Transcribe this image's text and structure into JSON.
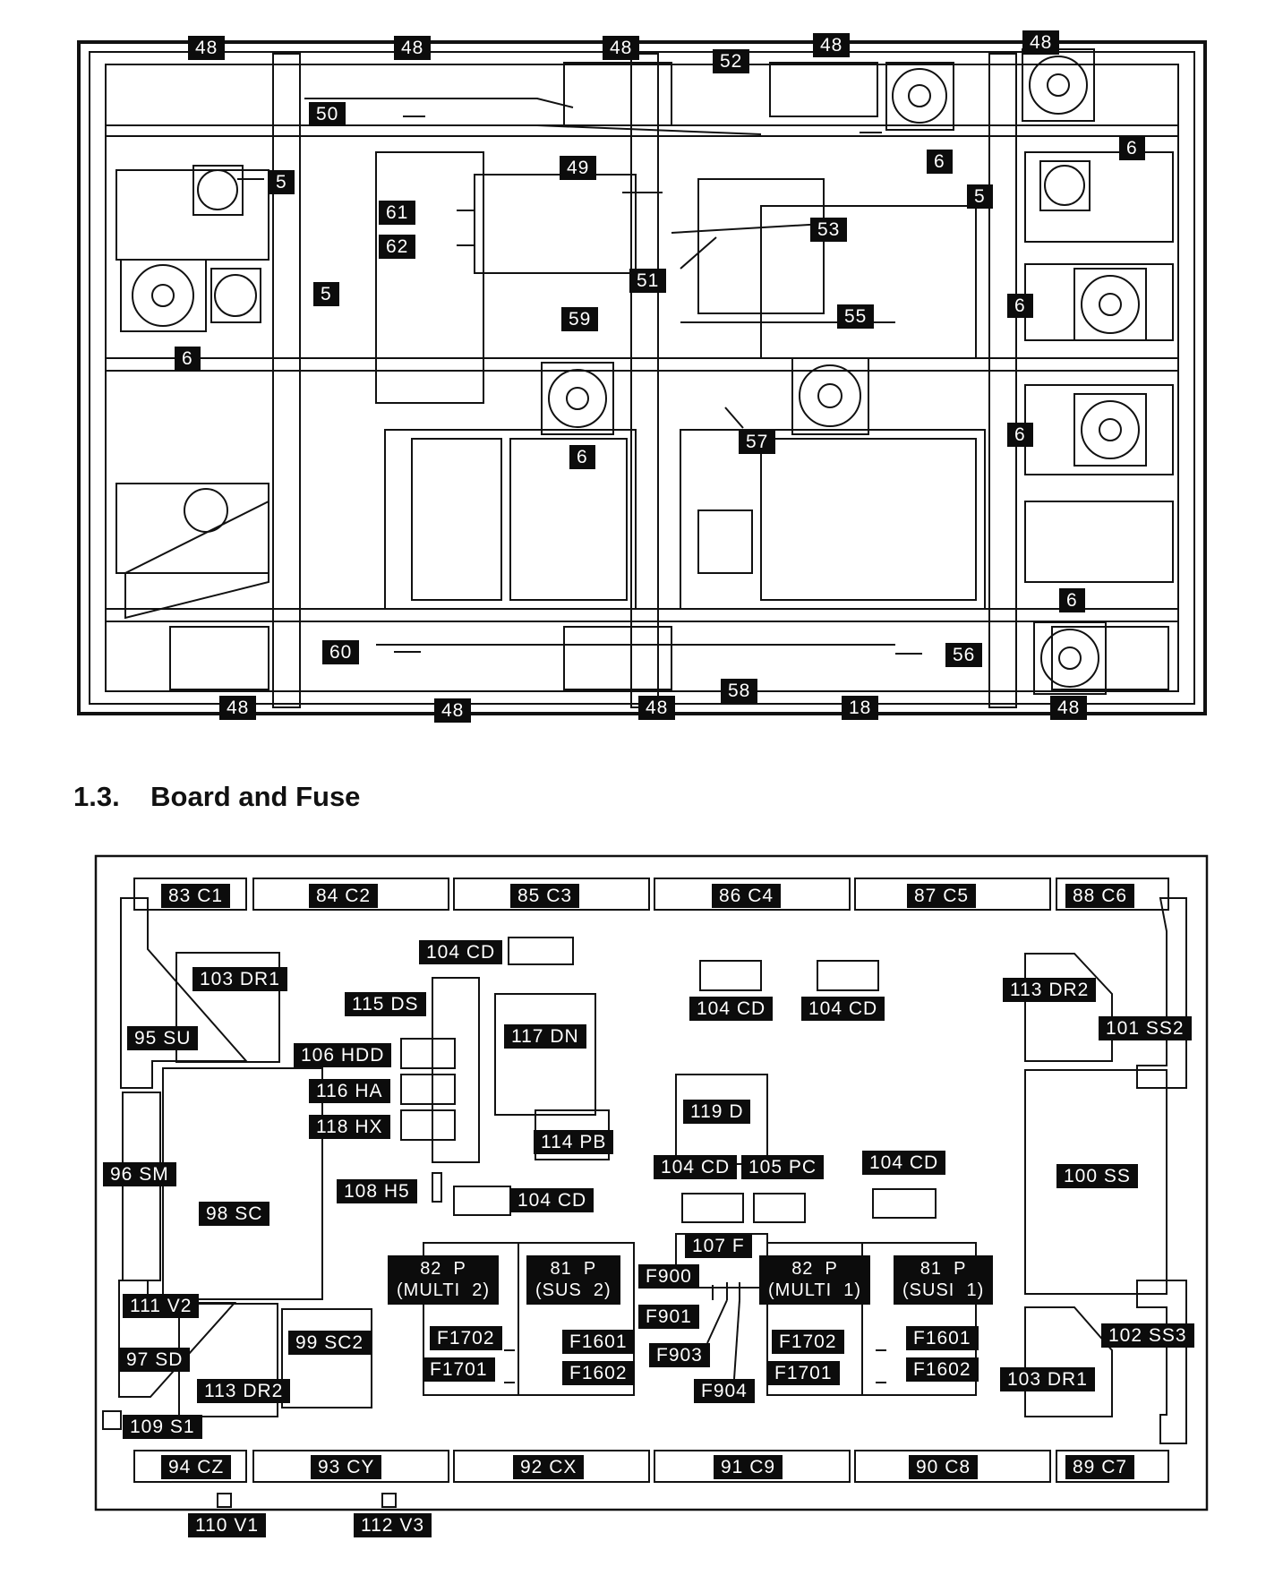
{
  "section": {
    "number": "1.3.",
    "title": "Board and Fuse"
  },
  "colors": {
    "ink": "#111111",
    "label_bg": "#0c0c0c",
    "label_text": "#ffffff",
    "paper": "#ffffff"
  },
  "top_diagram": {
    "callouts": {
      "c48a": "48",
      "c48b": "48",
      "c48c": "48",
      "c48d": "48",
      "c48e": "48",
      "c52": "52",
      "c50": "50",
      "c6a": "6",
      "c6b": "6",
      "c5a": "5",
      "c5b": "5",
      "c5c": "5",
      "c49": "49",
      "c61": "61",
      "c62": "62",
      "c53": "53",
      "c51": "51",
      "c6c": "6",
      "c59": "59",
      "c55": "55",
      "c6d": "6",
      "c6e": "6",
      "c57": "57",
      "c6f": "6",
      "c60": "60",
      "c56": "56",
      "c48f": "48",
      "c48g": "48",
      "c48h": "48",
      "c58": "58",
      "c18": "18",
      "c48i": "48"
    }
  },
  "board_diagram": {
    "labels": {
      "b83": "83  C1",
      "b84": "84  C2",
      "b85": "85  C3",
      "b86": "86  C4",
      "b87": "87  C5",
      "b88": "88  C6",
      "b104a": "104  CD",
      "b103a": "103  DR1",
      "b115": "115  DS",
      "b117": "117  DN",
      "b104b": "104  CD",
      "b104c": "104  CD",
      "b113a": "113  DR2",
      "b95": "95  SU",
      "b101": "101  SS2",
      "b106": "106  HDD",
      "b116": "116  HA",
      "b118": "118  HX",
      "b119": "119  D",
      "b114": "114  PB",
      "b96": "96  SM",
      "b104d": "104  CD",
      "b105": "105  PC",
      "b104e": "104  CD",
      "b100": "100  SS",
      "b108": "108  H5",
      "b104f": "104  CD",
      "b98": "98  SC",
      "b107": "107  F",
      "b82a": "82  P\n(MULTI  2)",
      "b81a": "81  P\n(SUS  2)",
      "b82b": "82  P\n(MULTI  1)",
      "b81b": "81  P\n(SUSI  1)",
      "f900": "F900",
      "f901": "F901",
      "f903": "F903",
      "f904": "F904",
      "b111": "111  V2",
      "b97": "97  SD",
      "b99": "99  SC2",
      "b113b": "113  DR2",
      "b109": "109  S1",
      "b102": "102  SS3",
      "b103b": "103  DR1",
      "f1702a": "F1702",
      "f1701a": "F1701",
      "f1601a": "F1601",
      "f1602a": "F1602",
      "f1702b": "F1702",
      "f1701b": "F1701",
      "f1601b": "F1601",
      "f1602b": "F1602",
      "b94": "94  CZ",
      "b93": "93  CY",
      "b92": "92  CX",
      "b91": "91  C9",
      "b90": "90  C8",
      "b89": "89  C7",
      "b110": "110  V1",
      "b112": "112  V3"
    }
  }
}
